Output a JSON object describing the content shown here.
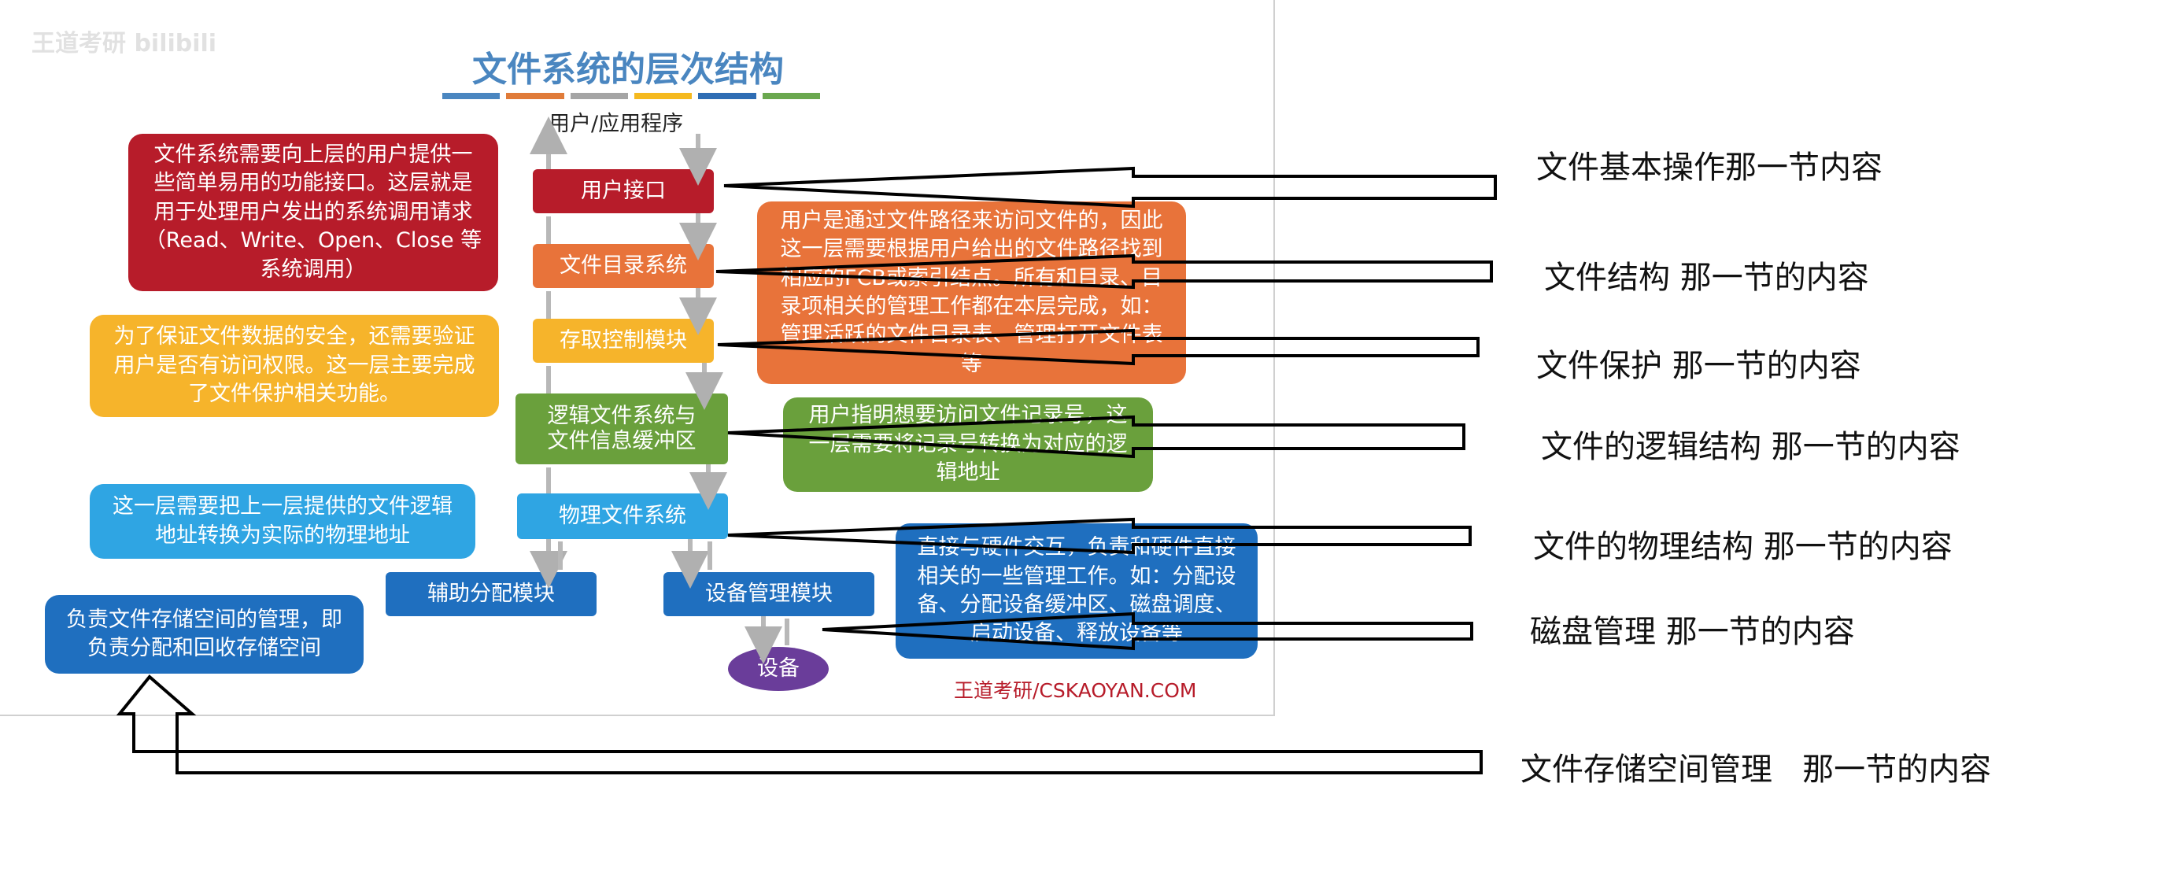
{
  "watermark": "王道考研 bilibili",
  "slide": {
    "title": "文件系统的层次结构",
    "top_label": "用户/应用程序",
    "footer": "王道考研/CSKAOYAN.COM",
    "title_bar_colors": [
      "#4a86c0",
      "#e07b39",
      "#a5a5a5",
      "#f5b91e",
      "#2e6db4",
      "#6aa84f"
    ]
  },
  "layers": {
    "user_interface": "用户接口",
    "directory_system": "文件目录系统",
    "access_control": "存取控制模块",
    "logical_fs_line1": "逻辑文件系统与",
    "logical_fs_line2": "文件信息缓冲区",
    "physical_fs": "物理文件系统",
    "aux_alloc": "辅助分配模块",
    "device_mgmt": "设备管理模块",
    "device": "设备"
  },
  "notes": {
    "user_interface": "文件系统需要向上层的用户提供一些简单易用的功能接口。这层就是用于处理用户发出的系统调用请求（Read、Write、Open、Close 等系统调用）",
    "directory_system": "用户是通过文件路径来访问文件的，因此这一层需要根据用户给出的文件路径找到相应的FCB或索引结点。所有和目录、目录项相关的管理工作都在本层完成，如：管理活跃的文件目录表、管理打开文件表等",
    "access_control": "为了保证文件数据的安全，还需要验证用户是否有访问权限。这一层主要完成了文件保护相关功能。",
    "logical_fs": "用户指明想要访问文件记录号，这一层需要将记录号转换为对应的逻辑地址",
    "physical_fs": "这一层需要把上一层提供的文件逻辑地址转换为实际的物理地址",
    "device_mgmt": "直接与硬件交互，负责和硬件直接相关的一些管理工作。如：分配设备、分配设备缓冲区、磁盘调度、启动设备、释放设备等",
    "aux_alloc": "负责文件存储空间的管理，即负责分配和回收存储空间"
  },
  "annotations": {
    "a1": "文件基本操作那一节内容",
    "a2": "文件结构 那一节的内容",
    "a3": "文件保护 那一节的内容",
    "a4": "文件的逻辑结构 那一节的内容",
    "a5": "文件的物理结构 那一节的内容",
    "a6": "磁盘管理 那一节的内容",
    "a7": "文件存储空间管理   那一节的内容"
  },
  "colors": {
    "red": "#b71c2a",
    "orange": "#e8733a",
    "yellow": "#f6b42b",
    "green": "#6aa03c",
    "lightblue": "#2fa5e3",
    "blue": "#1f6fbf",
    "purple": "#6a3d9a"
  }
}
